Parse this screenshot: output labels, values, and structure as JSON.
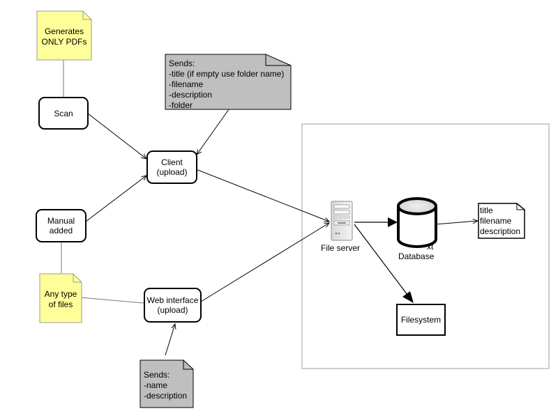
{
  "nodes": {
    "scan": "Scan",
    "manual": "Manual\nadded",
    "client": "Client\n(upload)",
    "web": "Web interface\n(upload)",
    "filesystem": "Filesystem"
  },
  "notes": {
    "pdfs": "Generates\nONLY PDFs",
    "anytype": "Any type\nof files",
    "client_sends": "Sends:\n-title (if empty use folder name)\n-filename\n-description\n-folder",
    "web_sends": "Sends:\n-name\n-description",
    "db_fields": "title\nfilename\ndescription"
  },
  "labels": {
    "file_server": "File server",
    "database_partial": "xt",
    "database": "Database"
  },
  "icons": {
    "server": "server-icon",
    "database": "database-cylinder-icon"
  },
  "colors": {
    "note_yellow": "#ffff99",
    "note_gray": "#bfbfbf",
    "group_border": "#bdbdbd",
    "line": "#000000"
  }
}
